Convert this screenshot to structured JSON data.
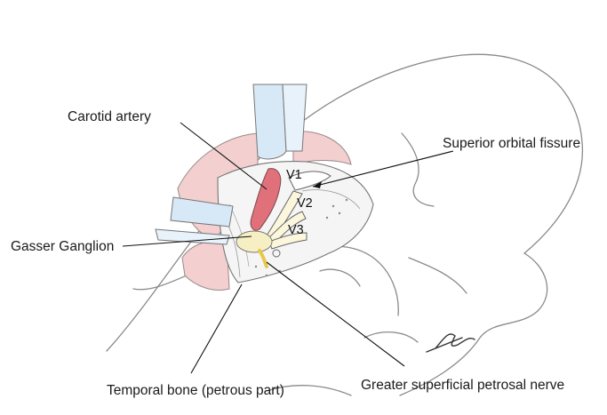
{
  "labels": {
    "carotid_artery": "Carotid artery",
    "superior_orbital_fissure": "Superior orbital fissure",
    "gasser_ganglion": "Gasser Ganglion",
    "temporal_bone": "Temporal bone (petrous part)",
    "greater_superficial_petrosal_nerve": "Greater superficial petrosal nerve"
  },
  "nerve_branches": {
    "v1": "V1",
    "v2": "V2",
    "v3": "V3"
  },
  "colors": {
    "artery": "#e0707a",
    "dura": "#f3cfcf",
    "retractor": "#cfe4f3",
    "ganglion": "#f7efc4",
    "petrosal_nerve": "#e8c84a",
    "line": "#6a6a6a"
  }
}
